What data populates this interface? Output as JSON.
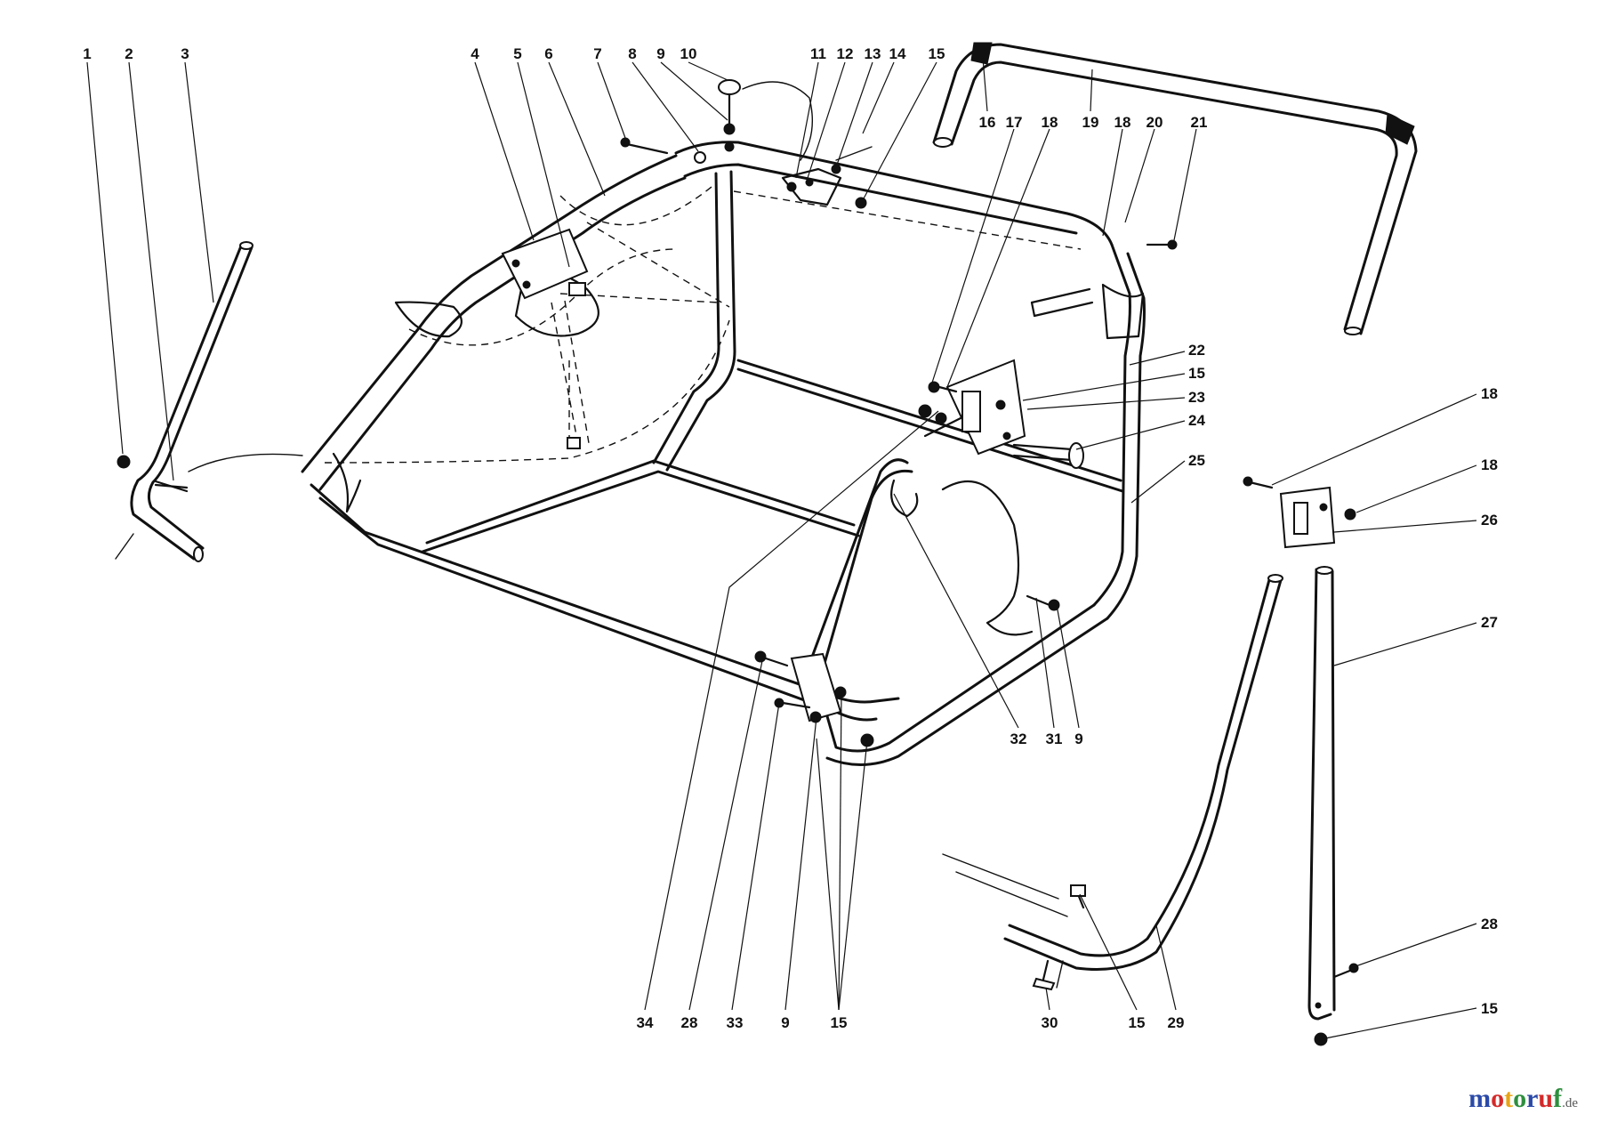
{
  "callouts": [
    {
      "id": "c1",
      "label": "1"
    },
    {
      "id": "c2",
      "label": "2"
    },
    {
      "id": "c3",
      "label": "3"
    },
    {
      "id": "c4",
      "label": "4"
    },
    {
      "id": "c5",
      "label": "5"
    },
    {
      "id": "c6",
      "label": "6"
    },
    {
      "id": "c7",
      "label": "7"
    },
    {
      "id": "c8",
      "label": "8"
    },
    {
      "id": "c9a",
      "label": "9"
    },
    {
      "id": "c10",
      "label": "10"
    },
    {
      "id": "c11",
      "label": "11"
    },
    {
      "id": "c12",
      "label": "12"
    },
    {
      "id": "c13",
      "label": "13"
    },
    {
      "id": "c14",
      "label": "14"
    },
    {
      "id": "c15a",
      "label": "15"
    },
    {
      "id": "c16",
      "label": "16"
    },
    {
      "id": "c17",
      "label": "17"
    },
    {
      "id": "c18a",
      "label": "18"
    },
    {
      "id": "c19",
      "label": "19"
    },
    {
      "id": "c18b",
      "label": "18"
    },
    {
      "id": "c20",
      "label": "20"
    },
    {
      "id": "c21",
      "label": "21"
    },
    {
      "id": "c22",
      "label": "22"
    },
    {
      "id": "c15b",
      "label": "15"
    },
    {
      "id": "c23",
      "label": "23"
    },
    {
      "id": "c24",
      "label": "24"
    },
    {
      "id": "c25",
      "label": "25"
    },
    {
      "id": "c18c",
      "label": "18"
    },
    {
      "id": "c18d",
      "label": "18"
    },
    {
      "id": "c26",
      "label": "26"
    },
    {
      "id": "c27",
      "label": "27"
    },
    {
      "id": "c32",
      "label": "32"
    },
    {
      "id": "c31",
      "label": "31"
    },
    {
      "id": "c9b",
      "label": "9"
    },
    {
      "id": "c34",
      "label": "34"
    },
    {
      "id": "c28a",
      "label": "28"
    },
    {
      "id": "c33",
      "label": "33"
    },
    {
      "id": "c9c",
      "label": "9"
    },
    {
      "id": "c15c",
      "label": "15"
    },
    {
      "id": "c30",
      "label": "30"
    },
    {
      "id": "c15d",
      "label": "15"
    },
    {
      "id": "c29",
      "label": "29"
    },
    {
      "id": "c28b",
      "label": "28"
    },
    {
      "id": "c15e",
      "label": "15"
    }
  ],
  "watermark": {
    "letters": [
      "m",
      "o",
      "t",
      "o",
      "r",
      "u",
      "f"
    ],
    "letter_colors": [
      "#2b4aa8",
      "#d42a2a",
      "#e8a417",
      "#2e8f3e",
      "#2b4aa8",
      "#d42a2a",
      "#2e8f3e"
    ],
    "tld": ".de"
  }
}
